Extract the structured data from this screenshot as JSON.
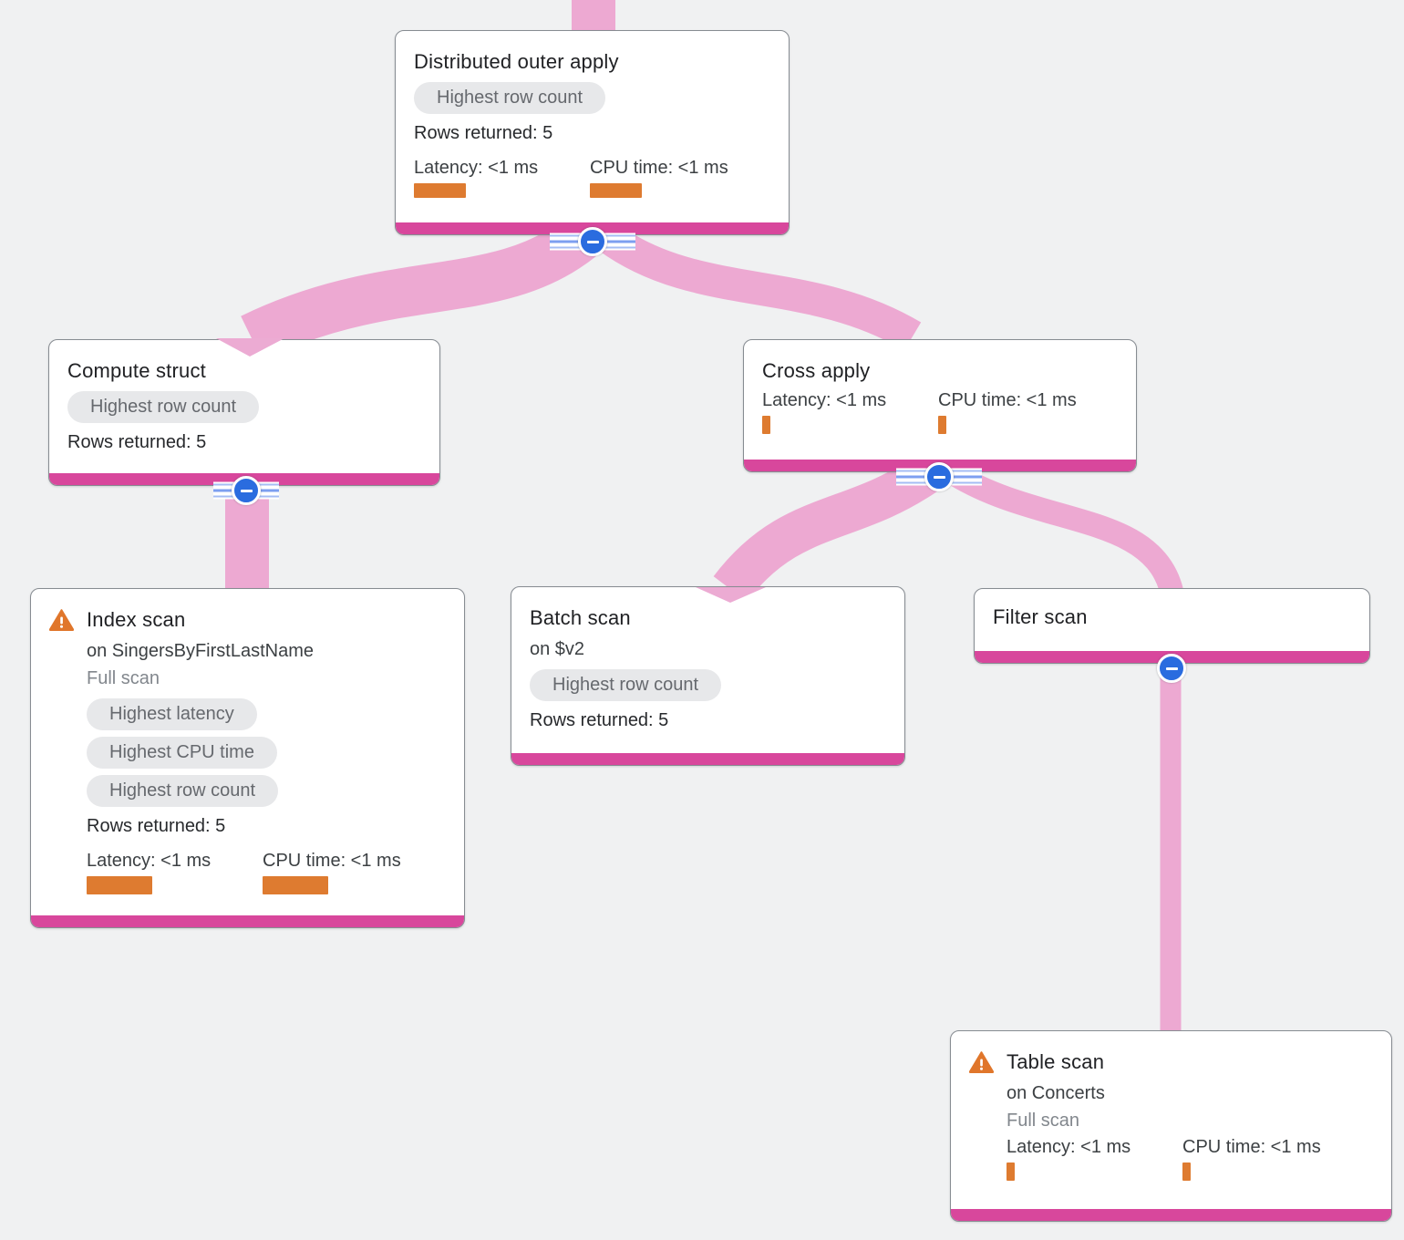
{
  "diagram_type": "query-execution-plan-tree",
  "colors": {
    "background": "#f0f1f2",
    "node_accent_bar": "#d8479c",
    "edge_ribbon": "#ecabd3",
    "metric_bar": "#de7b30",
    "warning_icon": "#e0762b",
    "collapse_button": "#2a6cdf",
    "badge_background": "#e7e8ea"
  },
  "nodes": [
    {
      "id": "distributed-outer-apply",
      "title": "Distributed outer apply",
      "badges": [
        "Highest row count"
      ],
      "rows_returned": "Rows returned: 5",
      "latency": "Latency: <1 ms",
      "cpu": "CPU time: <1 ms",
      "collapsible": true
    },
    {
      "id": "compute-struct",
      "title": "Compute struct",
      "badges": [
        "Highest row count"
      ],
      "rows_returned": "Rows returned: 5",
      "collapsible": true
    },
    {
      "id": "cross-apply",
      "title": "Cross apply",
      "latency": "Latency: <1 ms",
      "cpu": "CPU time: <1 ms",
      "collapsible": true
    },
    {
      "id": "index-scan",
      "title": "Index scan",
      "warning": "true",
      "on": "on SingersByFirstLastName",
      "scan_type": "Full scan",
      "badges": [
        "Highest latency",
        "Highest CPU time",
        "Highest row count"
      ],
      "rows_returned": "Rows returned: 5",
      "latency": "Latency: <1 ms",
      "cpu": "CPU time: <1 ms",
      "collapsible": false
    },
    {
      "id": "batch-scan",
      "title": "Batch scan",
      "on": "on $v2",
      "badges": [
        "Highest row count"
      ],
      "rows_returned": "Rows returned: 5",
      "collapsible": false
    },
    {
      "id": "filter-scan",
      "title": "Filter scan",
      "collapsible": true
    },
    {
      "id": "table-scan",
      "title": "Table scan",
      "warning": "true",
      "on": "on Concerts",
      "scan_type": "Full scan",
      "latency": "Latency: <1 ms",
      "cpu": "CPU time: <1 ms",
      "collapsible": false
    }
  ],
  "edges": [
    {
      "from": "(parent)",
      "to": "distributed-outer-apply"
    },
    {
      "from": "distributed-outer-apply",
      "to": "compute-struct"
    },
    {
      "from": "distributed-outer-apply",
      "to": "cross-apply"
    },
    {
      "from": "compute-struct",
      "to": "index-scan"
    },
    {
      "from": "cross-apply",
      "to": "batch-scan"
    },
    {
      "from": "cross-apply",
      "to": "filter-scan"
    },
    {
      "from": "filter-scan",
      "to": "table-scan"
    }
  ]
}
